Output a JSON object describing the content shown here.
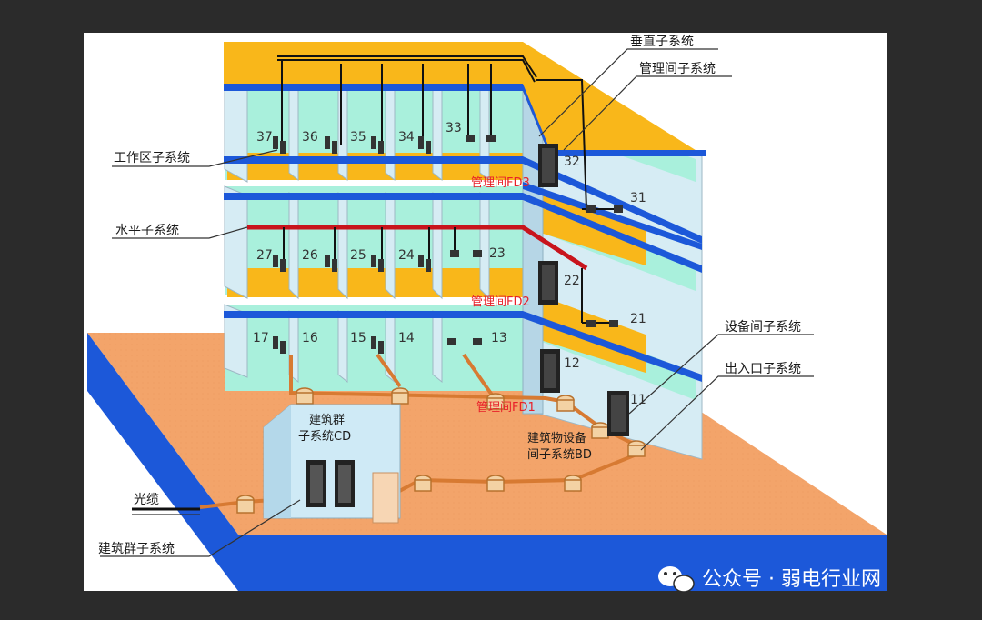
{
  "labels": {
    "vertical": "垂直子系统",
    "telecom_room": "管理间子系统",
    "work_area": "工作区子系统",
    "horizontal": "水平子系统",
    "equipment_room": "设备间子系统",
    "entrance": "出入口子系统",
    "fiber": "光缆",
    "campus": "建筑群子系统",
    "campus_cd_line1": "建筑群",
    "campus_cd_line2": "子系统CD",
    "building_bd_line1": "建筑物设备",
    "building_bd_line2": "间子系统BD",
    "fd3": "管理间FD3",
    "fd2": "管理间FD2",
    "fd1": "管理间FD1"
  },
  "rooms": {
    "f3": [
      "37",
      "36",
      "35",
      "34",
      "33",
      "32",
      "31"
    ],
    "f2": [
      "27",
      "26",
      "25",
      "24",
      "23",
      "22",
      "21"
    ],
    "f1": [
      "17",
      "16",
      "15",
      "14",
      "13",
      "12",
      "11"
    ]
  },
  "watermark": "公众号 · 弱电行业网",
  "colors": {
    "yellow": "#f9b71a",
    "blue": "#1c58d9",
    "red": "#c8141c",
    "ground": "#f3a46a",
    "mint": "#a9f0dc",
    "wall": "#d6ecf4"
  }
}
